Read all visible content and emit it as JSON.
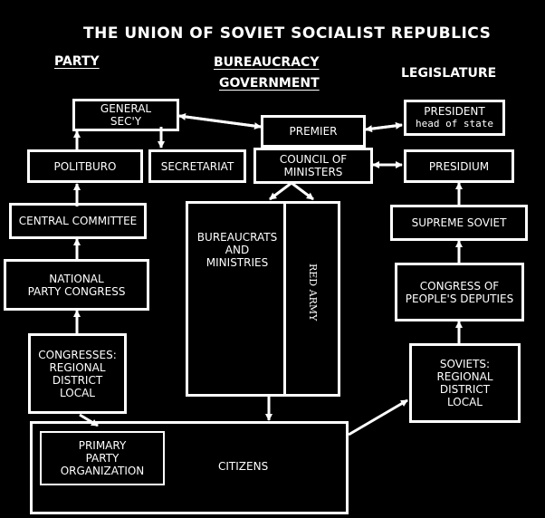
{
  "title": "THE UNION OF SOVIET SOCIALIST REPUBLICS",
  "headers": {
    "party": "PARTY",
    "bureaucracy": "BUREAUCRACY",
    "government": "GOVERNMENT",
    "legislature": "LEGISLATURE"
  },
  "party": {
    "general_secy": "GENERAL\nSEC'Y",
    "secretariat": "SECRETARIAT",
    "politburo": "POLITBURO",
    "central_committee": "CENTRAL COMMITTEE",
    "national_congress": "NATIONAL\nPARTY CONGRESS",
    "congresses": "CONGRESSES:\nREGIONAL\nDISTRICT\nLOCAL",
    "primary_org": "PRIMARY\nPARTY\nORGANIZATION"
  },
  "government": {
    "premier": "PREMIER",
    "council": "COUNCIL OF\nMINISTERS",
    "bureaucrats": "BUREAUCRATS\nAND\nMINISTRIES",
    "red_army": "RED ARMY"
  },
  "legislature": {
    "president": "PRESIDENT",
    "head_of_state": "head of state",
    "presidium": "PRESIDIUM",
    "supreme_soviet": "SUPREME SOVIET",
    "congress_deputies": "CONGRESS OF\nPEOPLE'S DEPUTIES",
    "soviets": "SOVIETS:\nREGIONAL\nDISTRICT\nLOCAL"
  },
  "citizens": "CITIZENS"
}
